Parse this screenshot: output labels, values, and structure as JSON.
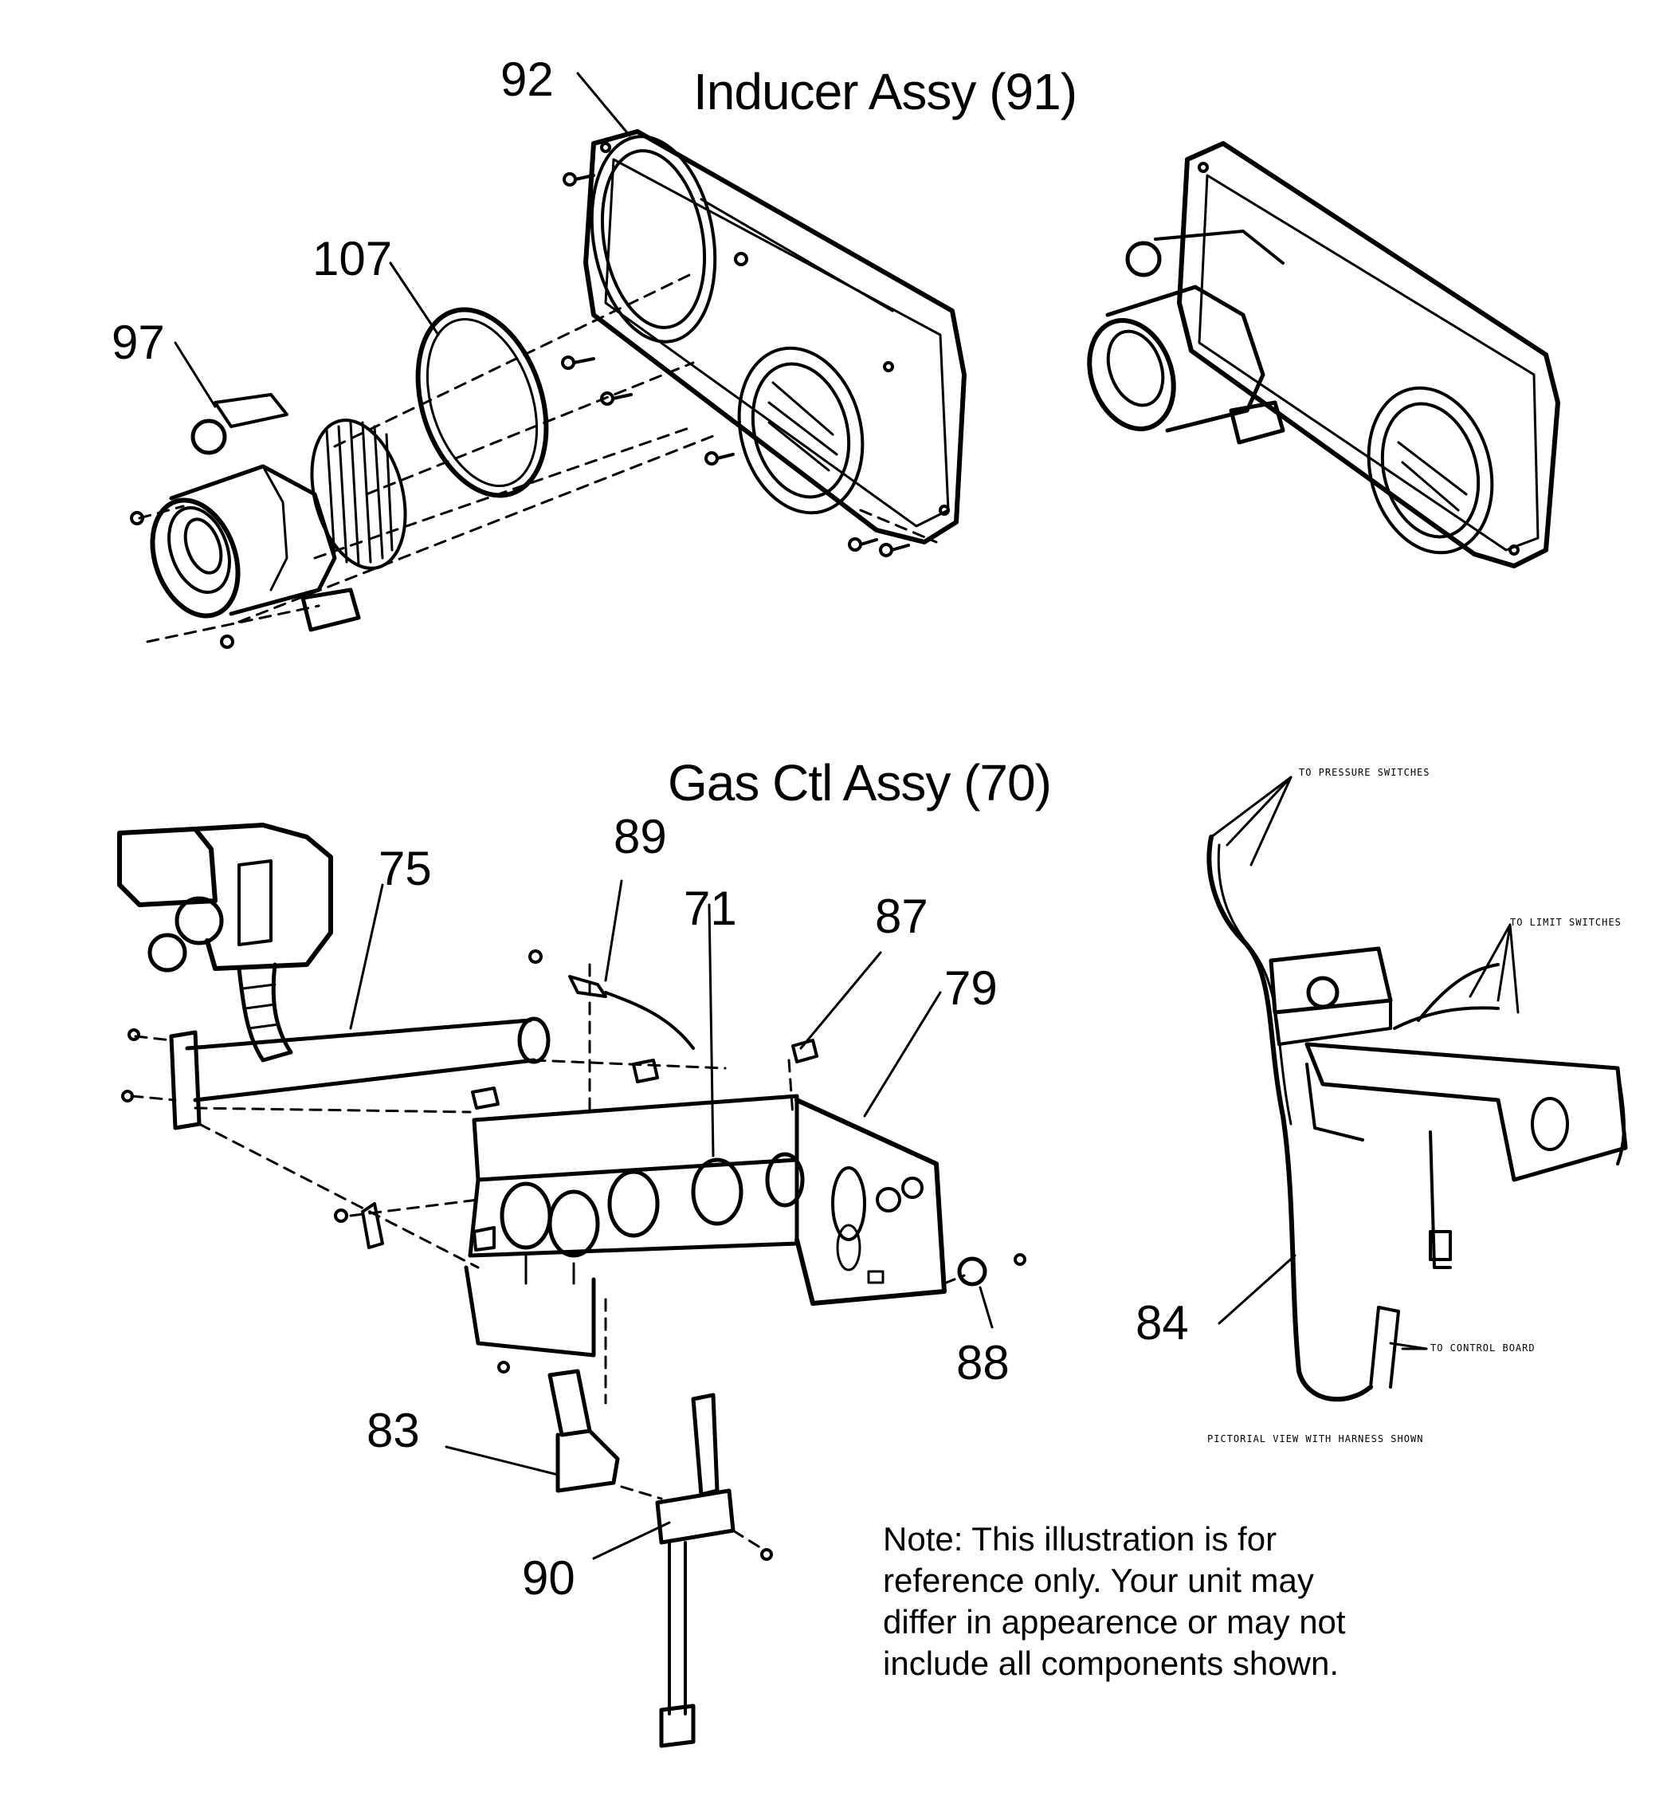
{
  "titles": {
    "inducer": "Inducer Assy (91)",
    "gas": "Gas Ctl Assy (70)"
  },
  "callouts": {
    "c92": "92",
    "c107": "107",
    "c97": "97",
    "c75": "75",
    "c89": "89",
    "c71": "71",
    "c87": "87",
    "c79": "79",
    "c88": "88",
    "c83": "83",
    "c90": "90",
    "c84": "84"
  },
  "harness_labels": {
    "pressure": "TO PRESSURE SWITCHES",
    "limit": "TO LIMIT SWITCHES",
    "control": "TO CONTROL BOARD",
    "caption": "PICTORIAL VIEW WITH HARNESS SHOWN"
  },
  "note": {
    "line1": "Note: This illustration is for",
    "line2": "reference only. Your unit may",
    "line3": "differ in appearence or may not",
    "line4": "include all components shown."
  }
}
